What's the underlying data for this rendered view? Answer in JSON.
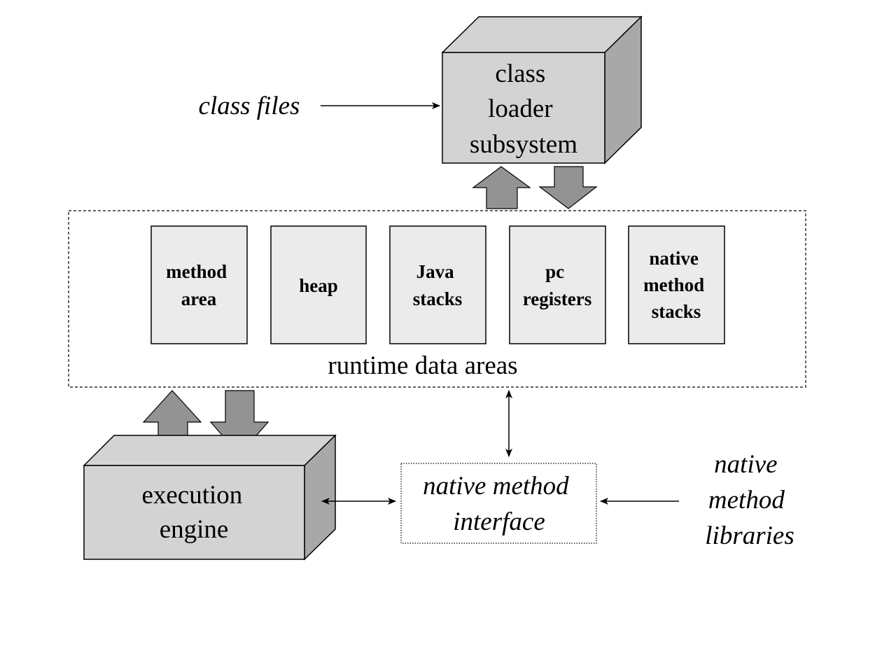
{
  "colors": {
    "box_face": "#d3d3d3",
    "box_side": "#a8a8a8",
    "arrow_fill": "#939393",
    "panel_fill": "#ebebeb"
  },
  "class_loader": {
    "lines": [
      "class",
      "loader",
      "subsystem"
    ]
  },
  "class_files": {
    "label": "class files"
  },
  "runtime_data_areas": {
    "label": "runtime data areas",
    "areas": [
      {
        "lines": [
          "method",
          "area"
        ]
      },
      {
        "lines": [
          "heap"
        ]
      },
      {
        "lines": [
          "Java",
          "stacks"
        ]
      },
      {
        "lines": [
          "pc",
          "registers"
        ]
      },
      {
        "lines": [
          "native",
          "method",
          "stacks"
        ]
      }
    ]
  },
  "execution_engine": {
    "lines": [
      "execution",
      "engine"
    ]
  },
  "native_method_interface": {
    "lines": [
      "native method",
      "interface"
    ]
  },
  "native_method_libraries": {
    "lines": [
      "native",
      "method",
      "libraries"
    ]
  }
}
